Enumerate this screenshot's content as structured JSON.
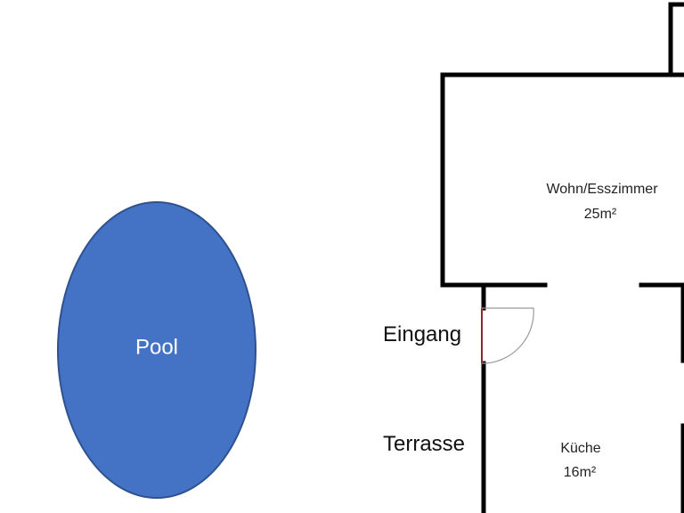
{
  "pool": {
    "label": "Pool",
    "fill": "#4472c4",
    "stroke": "#2f528f"
  },
  "rooms": {
    "living": {
      "name": "Wohn/Esszimmer",
      "area": "25m²"
    },
    "kitchen": {
      "name": "Küche",
      "area": "16m²"
    }
  },
  "labels": {
    "entrance": "Eingang",
    "terrace": "Terrasse"
  },
  "colors": {
    "wall": "#000000",
    "door_leaf": "#8b2a2a",
    "door_swing": "#9a9a9a"
  }
}
